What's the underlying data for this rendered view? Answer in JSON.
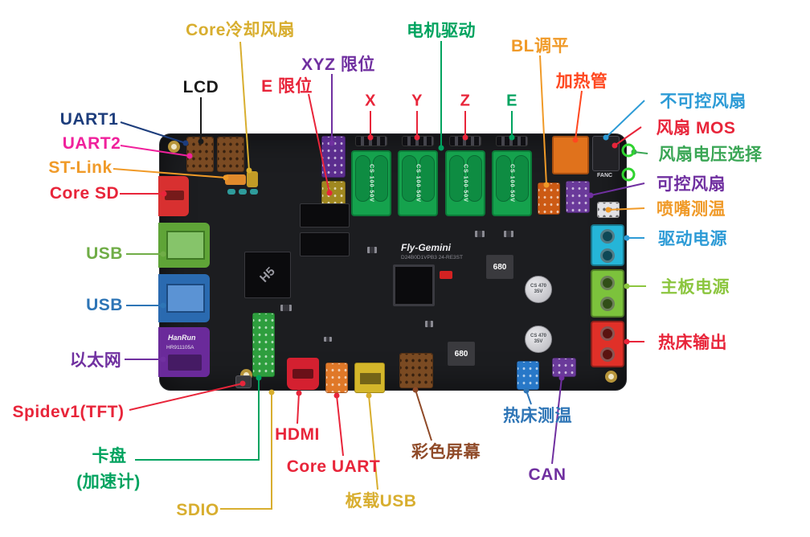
{
  "palette": {
    "gold": "#d8ae2f",
    "orange": "#f09a28",
    "orange_red": "#ff471f",
    "red": "#e8253a",
    "purple": "#7030a0",
    "emerald": "#00a35f",
    "green_mid": "#3aa655",
    "green_light": "#8cc63f",
    "green_usb": "#70ad47",
    "azure": "#2d9bd6",
    "blue": "#2e75b6",
    "navy": "#1d3d7c",
    "magenta": "#f0219c",
    "maroon": "#8f4a28",
    "black": "#1a1a1a",
    "jumper_green": "#2fd32f"
  },
  "labels": {
    "core_fan": "Core冷却风扇",
    "xyz_limit": "XYZ 限位",
    "e_limit": "E 限位",
    "motor_drive": "电机驱动",
    "bl_level": "BL调平",
    "heater": "加热管",
    "lcd": "LCD",
    "axis_x": "X",
    "axis_y": "Y",
    "axis_z": "Z",
    "axis_e": "E",
    "uart1": "UART1",
    "uart2": "UART2",
    "stlink": "ST-Link",
    "core_sd": "Core SD",
    "usb_top": "USB",
    "usb_bottom": "USB",
    "ethernet": "以太网",
    "spidev": "Spidev1(TFT)",
    "carrier_line1": "卡盘",
    "carrier_line2": "(加速计)",
    "sdio": "SDIO",
    "hdmi": "HDMI",
    "core_uart": "Core UART",
    "onboard_usb": "板载USB",
    "color_screen": "彩色屏幕",
    "bed_temp": "热床测温",
    "can": "CAN",
    "fan_nc": "不可控风扇",
    "fan_mos": "风扇 MOS",
    "fan_voltage": "风扇电压选择",
    "fan_ctrl": "可控风扇",
    "nozzle_temp": "喷嘴测温",
    "drive_power": "驱动电源",
    "board_power": "主板电源",
    "bed_output": "热床输出"
  },
  "board": {
    "brand": "Fly-Gemini",
    "brand_sub": "D24B0D1VPB3  24-RE3ST",
    "soc": "H5",
    "inductor": "680",
    "cap": "CS 470 35V",
    "driver_cap": "CS 100 50V",
    "fan_silk": "FANC",
    "eth_brand": "HanRun",
    "eth_model": "HR911105A"
  }
}
